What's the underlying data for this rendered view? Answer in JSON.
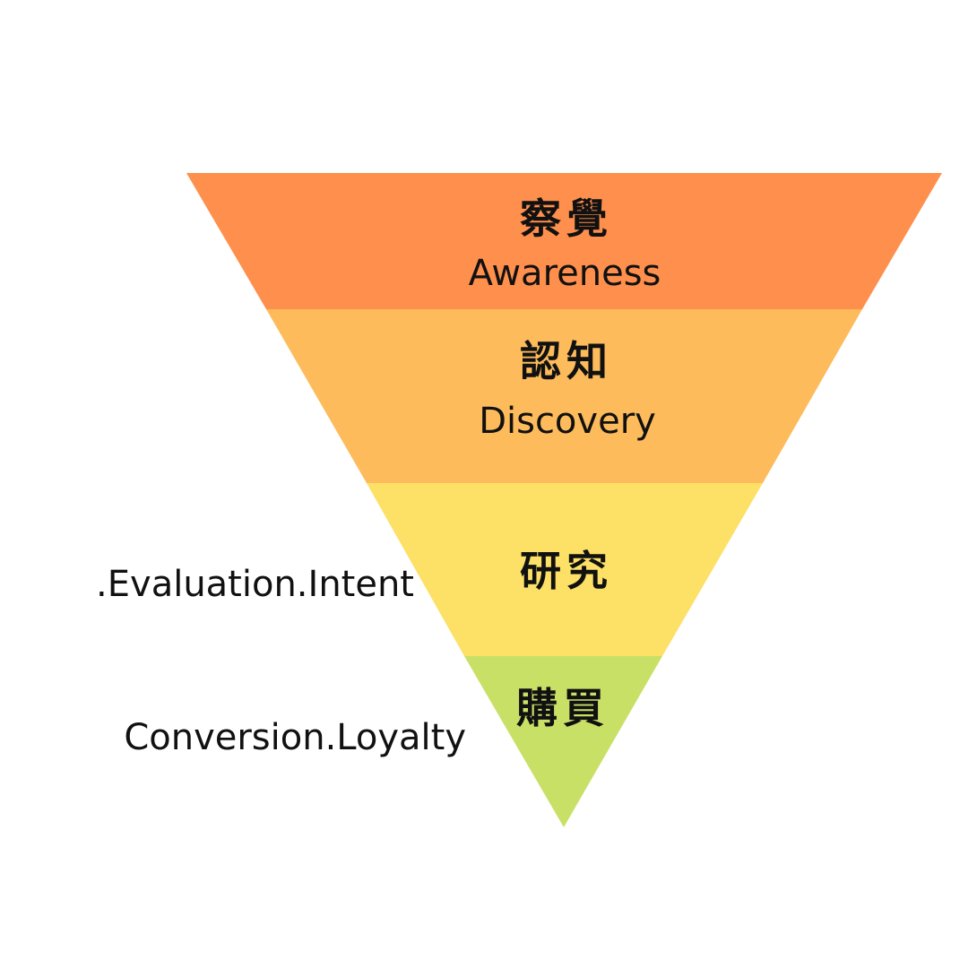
{
  "funnel": {
    "stages": [
      {
        "zh": "察覺",
        "en": "Awareness",
        "color": "#FF8F4C"
      },
      {
        "zh": "認知",
        "en": "Discovery",
        "color": "#FDBB5B"
      },
      {
        "zh": "研究",
        "en": "",
        "color": "#FDE066"
      },
      {
        "zh": "購買",
        "en": "",
        "color": "#C9E066"
      }
    ],
    "side_labels": {
      "evaluation_intent": ".Evaluation.Intent",
      "conversion_loyalty": "Conversion.Loyalty"
    }
  }
}
